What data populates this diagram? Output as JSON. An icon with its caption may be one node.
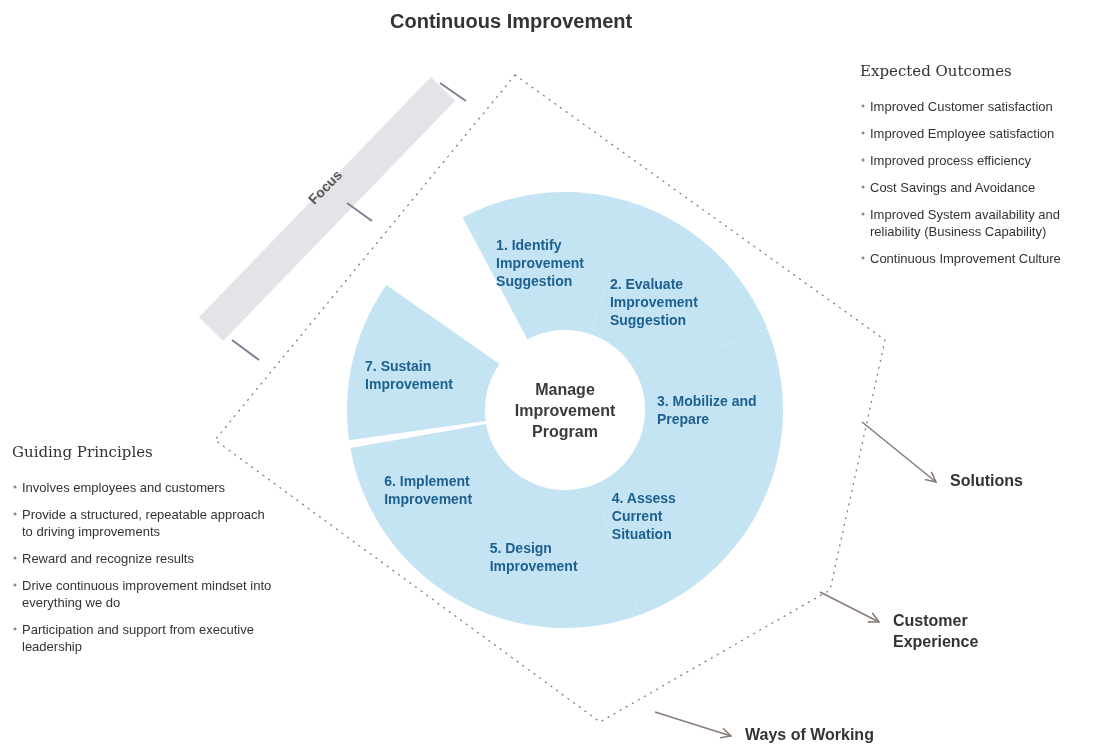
{
  "diagram": {
    "title": "Continuous Improvement",
    "nodes": [
      {
        "text": [],
        "shape": "diamond"
      },
      {
        "text": [
          "Focus"
        ]
      },
      {
        "text": [
          "1. Identify Improvement Suggestion"
        ],
        "in": 0
      },
      {
        "text": [
          "2. Evaluate Improvement Suggestion"
        ],
        "in": 0
      },
      {
        "text": [
          "3. Mobilize and Prepare"
        ],
        "in": 0
      },
      {
        "text": [
          "4. Assess Current Situation"
        ],
        "in": 0
      },
      {
        "text": [
          "5. Design Improvement"
        ],
        "in": 0
      },
      {
        "text": [
          "6. Implement Improvement"
        ],
        "in": 0
      },
      {
        "text": [
          "7. Sustain Improvement"
        ],
        "in": 0
      },
      {
        "text": [
          "Manage Improvement Program"
        ],
        "in": 0
      },
      {
        "text": [
          "Solutions"
        ]
      },
      {
        "text": [
          "Customer Experience"
        ]
      },
      {
        "text": [
          "Ways of Working"
        ]
      }
    ],
    "edges": [
      {
        "from": 0,
        "to": 10,
        "arrow": "to"
      },
      {
        "from": 0,
        "to": 11,
        "arrow": "to"
      },
      {
        "from": 0,
        "to": 12,
        "arrow": "to"
      }
    ],
    "labels": [
      "Expected Outcomes",
      "Improved Customer satisfaction",
      "Improved Employee satisfaction",
      "Improved process efficiency",
      "Cost Savings and Avoidance",
      "Improved System availability and reliability (Business Capability)",
      "Continuous Improvement Culture",
      "Guiding Principles",
      "Involves employees and customers",
      "Provide a structured, repeatable approach to driving improvements",
      "Reward and recognize results",
      "Drive continuous improvement mindset into everything we do",
      "Participation and support from executive leadership"
    ]
  }
}
